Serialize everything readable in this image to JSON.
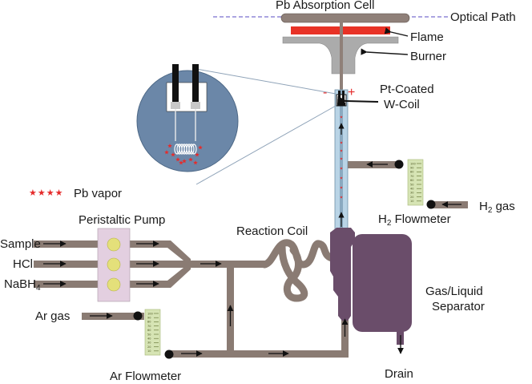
{
  "labels": {
    "absorption_cell": "Pb Absorption Cell",
    "optical_path": "Optical Path",
    "flame": "Flame",
    "burner": "Burner",
    "pt_coated_line1": "Pt-Coated",
    "pt_coated_line2": "W-Coil",
    "minus_sign": "-",
    "plus_sign": "+",
    "pb_vapor_stars": "★★★★",
    "pb_vapor": "Pb vapor",
    "peristaltic_pump": "Peristaltic Pump",
    "sample": "Sample",
    "hcl": "HCl",
    "nabh4_main": "NaBH",
    "nabh4_sub": "4",
    "ar_gas": "Ar gas",
    "reaction_coil": "Reaction Coil",
    "h2_flowmeter_pre": "H",
    "h2_flowmeter_sub": "2",
    "h2_flowmeter_post": " Flowmeter",
    "h2_gas_pre": "H",
    "h2_gas_sub": "2",
    "h2_gas_post": " gas",
    "separator_line1": "Gas/Liquid",
    "separator_line2": "Separator",
    "drain": "Drain",
    "ar_flowmeter": "Ar Flowmeter"
  },
  "flowmeter_scale": [
    "100",
    "90",
    "80",
    "70",
    "60",
    "50",
    "40",
    "30",
    "20",
    "10"
  ],
  "colors": {
    "pipe": "#8a7b73",
    "separator": "#6a4d6a",
    "flame": "#e83226",
    "burner": "#aaaaaa",
    "cell": "#8f8079",
    "inset_circle": "#6b87a8",
    "flowmeter": "#d6e4b4",
    "pump_body": "#e3cfe0",
    "pump_roller": "#e4e07a",
    "star": "#e52b2b",
    "tube": "#b9d4e6"
  }
}
